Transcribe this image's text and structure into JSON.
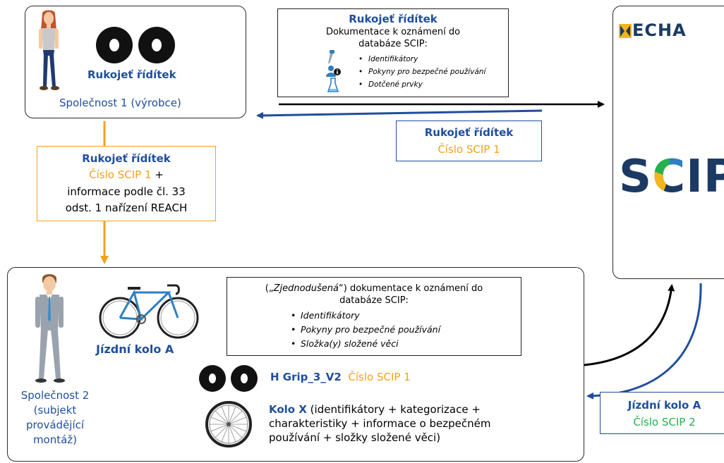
{
  "company1": {
    "product": "Rukojeť řídítek",
    "name": "Společnost 1 (výrobce)"
  },
  "scip_doc_top": {
    "title": "Rukojeť řídítek",
    "line1": "Dokumentace k oznámení do",
    "line2": "databáze SCIP:",
    "items": [
      "Identifikátory",
      "Pokyny pro bezpečné používání",
      "Dotčené prvky"
    ]
  },
  "echa": {
    "logo_text": "ECHA",
    "scip_letters": [
      "S",
      "C",
      "I",
      "P"
    ]
  },
  "return_box": {
    "title": "Rukojeť řídítek",
    "scip": "Číslo SCIP 1"
  },
  "downstream_box": {
    "title": "Rukojeť řídítek",
    "scip": "Číslo SCIP 1",
    "plus": " +",
    "line3": "informace podle čl. 33",
    "line4": "odst. 1 nařízení REACH"
  },
  "company2": {
    "name_line1": "Společnost 2",
    "name_line2": "(subjekt",
    "name_line3": "provádějící",
    "name_line4": "montáž)",
    "product": "Jízdní kolo A"
  },
  "simplified_doc": {
    "line1_quote_open": "(„",
    "line1_italic": "Zjednodušená",
    "line1_rest": "“) dokumentace k oznámení do",
    "line2": "databáze SCIP:",
    "items": [
      "Identifikátory",
      "Pokyny pro bezpečné používání",
      "Složka(y) složené věci"
    ]
  },
  "components": {
    "grip_name": "H Grip_3_V2",
    "grip_scip": "Číslo SCIP 1",
    "wheel_name": "Kolo X",
    "wheel_desc_1": " (identifikátory + kategorizace +",
    "wheel_desc_2": "charakteristiky + informace o bezpečném",
    "wheel_desc_3": "používání + složky složené věci)"
  },
  "bike_return": {
    "title": "Jízdní kolo A",
    "scip": "Číslo SCIP 2"
  },
  "colors": {
    "blue": "#1f4e9e",
    "orange": "#f2a21d",
    "green": "#22b14c",
    "echa_navy": "#1b3a63"
  }
}
